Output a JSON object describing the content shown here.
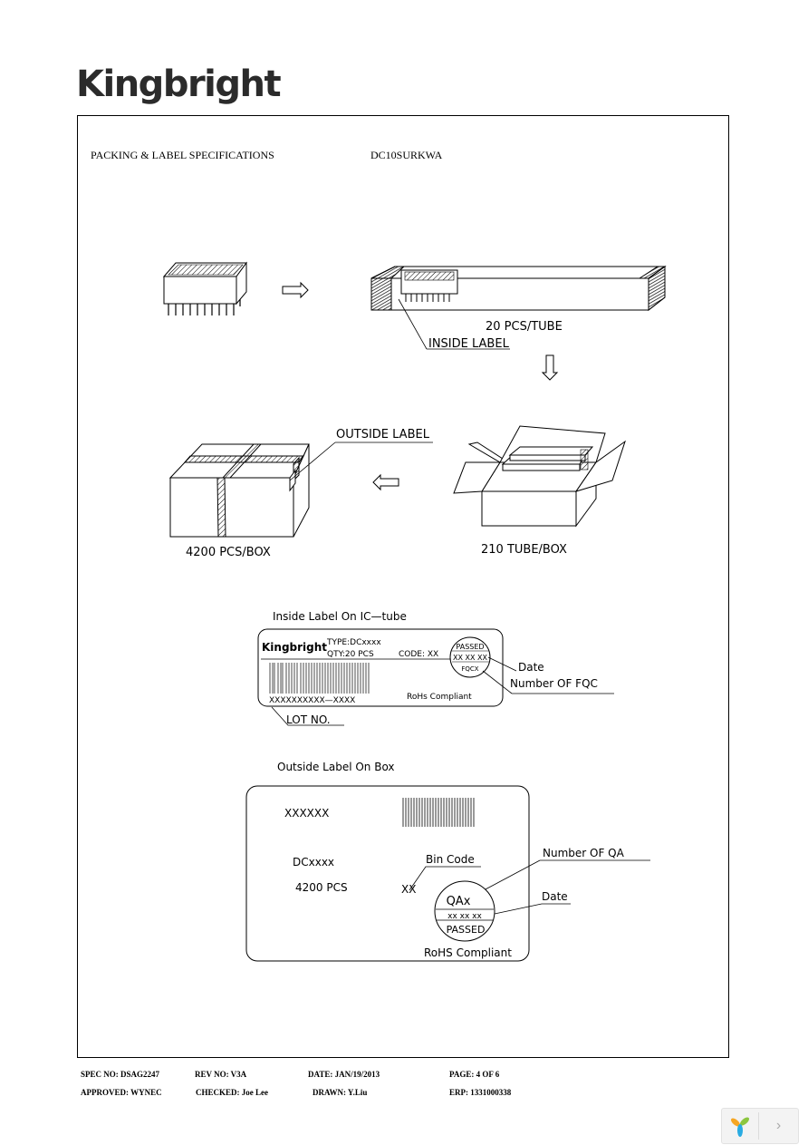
{
  "header": {
    "brand": "Kingbright"
  },
  "document": {
    "title": "PACKING & LABEL SPECIFICATIONS",
    "part_number": "DC10SURKWA"
  },
  "diagram": {
    "tube_caption": "20 PCS/TUBE",
    "inside_label_callout": "INSIDE LABEL",
    "outside_label_callout": "OUTSIDE LABEL",
    "box_caption": "4200 PCS/BOX",
    "tube_box_caption": "210 TUBE/BOX"
  },
  "inside_label": {
    "heading": "Inside Label On IC—tube",
    "brand": "Kingbright",
    "type": "TYPE:DCxxxx",
    "qty": "QTY:20 PCS",
    "code": "CODE: XX",
    "stamp_passed": "PASSED",
    "stamp_date": "XX XX XX",
    "stamp_fqc": "FQCX",
    "lot_value": "XXXXXXXXXX—XXXX",
    "rohs": "RoHs Compliant",
    "date_callout": "Date",
    "fqc_callout": "Number OF FQC",
    "lot_callout": "LOT NO."
  },
  "outside_label": {
    "heading": "Outside Label On Box",
    "code": "XXXXXX",
    "type": "DCxxxx",
    "qty": "4200 PCS",
    "bin_value": "XX",
    "bin_callout": "Bin Code",
    "qa_callout": "Number OF QA",
    "date_callout": "Date",
    "stamp_qa": "QAx",
    "stamp_date": "xx   xx   xx",
    "stamp_passed": "PASSED",
    "rohs": "RoHS Compliant"
  },
  "footer": {
    "spec_no": "SPEC NO: DSAG2247",
    "rev_no": "REV NO: V3A",
    "date": "DATE: JAN/19/2013",
    "page": "PAGE:  4  OF  6",
    "approved": "APPROVED: WYNEC",
    "checked": "CHECKED: Joe Lee",
    "drawn": "DRAWN: Y.Liu",
    "erp": "ERP: 1331000338"
  },
  "viewer": {
    "next_label": "›"
  }
}
